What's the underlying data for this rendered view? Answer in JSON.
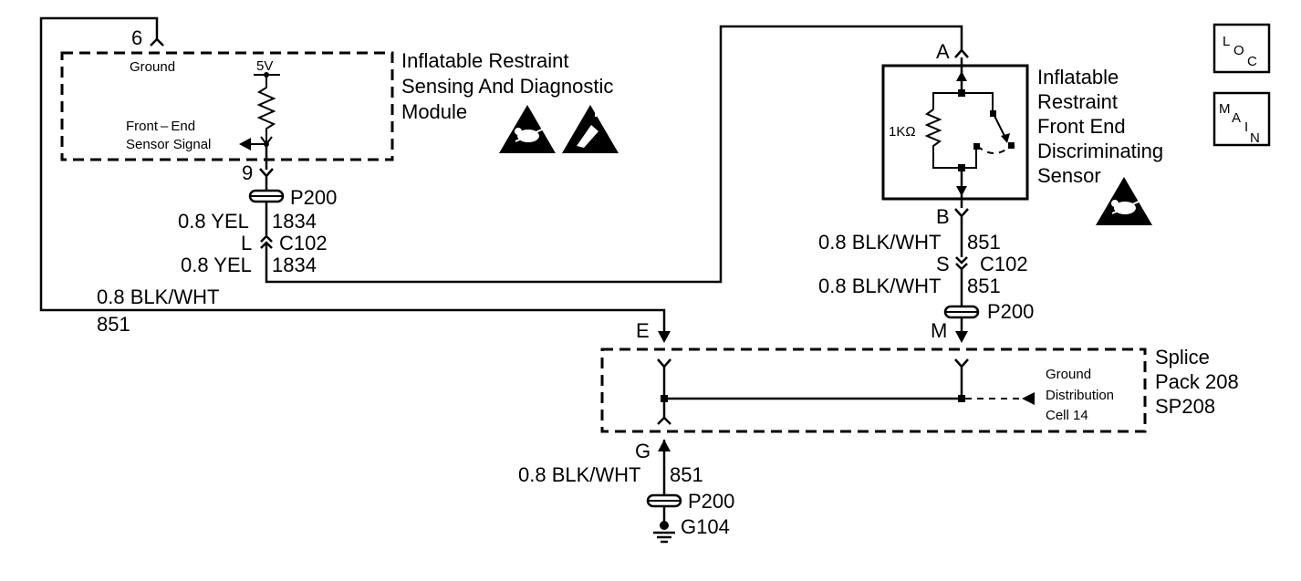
{
  "nav": {
    "loc": {
      "l1": "L",
      "l2": "O",
      "l3": "C"
    },
    "main": {
      "l1": "M",
      "l2": "A",
      "l3": "I",
      "l4": "N"
    }
  },
  "module": {
    "title_lines": [
      "Inflatable Restraint",
      "Sensing And Diagnostic",
      "Module"
    ],
    "ground_label": "Ground",
    "voltage": "5V",
    "signal_lines": [
      "Front – End",
      "Sensor Signal"
    ],
    "pin_ground": "6",
    "pin_signal": "9"
  },
  "sensor": {
    "title_lines": [
      "Inflatable",
      "Restraint",
      "Front End",
      "Discriminating",
      "Sensor"
    ],
    "resistor": "1KΩ",
    "pin_a": "A",
    "pin_b": "B"
  },
  "splice": {
    "title_lines": [
      "Splice",
      "Pack 208",
      "SP208"
    ],
    "note_lines": [
      "Ground",
      "Distribution",
      "Cell 14"
    ],
    "pin_e": "E",
    "pin_m": "M",
    "pin_g": "G"
  },
  "wires": {
    "yel_upper": {
      "color": "0.8 YEL",
      "circuit": "1834"
    },
    "yel_lower": {
      "color": "0.8 YEL",
      "circuit": "1834"
    },
    "blk_sensor_upper": {
      "color": "0.8 BLK/WHT",
      "circuit": "851"
    },
    "blk_sensor_lower": {
      "color": "0.8 BLK/WHT",
      "circuit": "851"
    },
    "blk_module": {
      "color": "0.8 BLK/WHT",
      "circuit": "851"
    },
    "blk_ground": {
      "color": "0.8 BLK/WHT",
      "circuit": "851"
    }
  },
  "connectors": {
    "p200_yel": "P200",
    "c102_yel": {
      "pin": "L",
      "name": "C102"
    },
    "c102_blk": {
      "pin": "S",
      "name": "C102"
    },
    "p200_sensor": "P200",
    "p200_ground": "P200",
    "ground": "G104"
  }
}
